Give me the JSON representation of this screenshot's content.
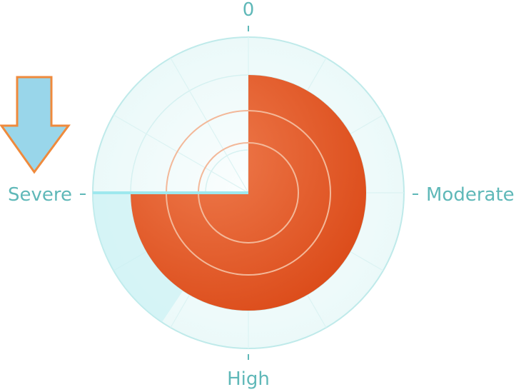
{
  "chart_data": {
    "type": "pie",
    "axis_labels": {
      "top": "0",
      "right": "Moderate",
      "bottom": "High",
      "left": "Severe"
    },
    "filled_fraction": 0.75,
    "needle_label": "Severe",
    "colors": {
      "fill": "#e0511f",
      "fill_highlight": "#ee7a4c",
      "ring": "#aee6e6",
      "background_disc": "#f0fbfb",
      "label": "#5fb8b8",
      "arrow_fill": "#99d6ea",
      "arrow_stroke": "#ef8a3c"
    }
  },
  "indicator": {
    "icon": "down-arrow-icon"
  }
}
